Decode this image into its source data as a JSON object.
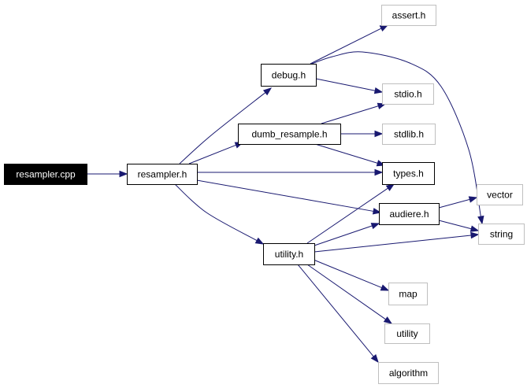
{
  "graph": {
    "nodes": [
      {
        "id": "resampler_cpp",
        "label": "resampler.cpp",
        "kind": "root"
      },
      {
        "id": "resampler_h",
        "label": "resampler.h",
        "kind": "documented"
      },
      {
        "id": "debug_h",
        "label": "debug.h",
        "kind": "documented"
      },
      {
        "id": "dumb_resample_h",
        "label": "dumb_resample.h",
        "kind": "documented"
      },
      {
        "id": "types_h",
        "label": "types.h",
        "kind": "documented"
      },
      {
        "id": "audiere_h",
        "label": "audiere.h",
        "kind": "documented"
      },
      {
        "id": "utility_h",
        "label": "utility.h",
        "kind": "documented"
      },
      {
        "id": "assert_h",
        "label": "assert.h",
        "kind": "external"
      },
      {
        "id": "stdio_h",
        "label": "stdio.h",
        "kind": "external"
      },
      {
        "id": "stdlib_h",
        "label": "stdlib.h",
        "kind": "external"
      },
      {
        "id": "vector",
        "label": "vector",
        "kind": "external"
      },
      {
        "id": "string",
        "label": "string",
        "kind": "external"
      },
      {
        "id": "map",
        "label": "map",
        "kind": "external"
      },
      {
        "id": "utility",
        "label": "utility",
        "kind": "external"
      },
      {
        "id": "algorithm",
        "label": "algorithm",
        "kind": "external"
      }
    ],
    "edges": [
      {
        "from": "resampler_cpp",
        "to": "resampler_h"
      },
      {
        "from": "resampler_h",
        "to": "debug_h"
      },
      {
        "from": "resampler_h",
        "to": "dumb_resample_h"
      },
      {
        "from": "resampler_h",
        "to": "types_h"
      },
      {
        "from": "resampler_h",
        "to": "audiere_h"
      },
      {
        "from": "resampler_h",
        "to": "utility_h"
      },
      {
        "from": "debug_h",
        "to": "assert_h"
      },
      {
        "from": "debug_h",
        "to": "stdio_h"
      },
      {
        "from": "debug_h",
        "to": "string"
      },
      {
        "from": "dumb_resample_h",
        "to": "stdio_h"
      },
      {
        "from": "dumb_resample_h",
        "to": "stdlib_h"
      },
      {
        "from": "dumb_resample_h",
        "to": "types_h"
      },
      {
        "from": "audiere_h",
        "to": "vector"
      },
      {
        "from": "audiere_h",
        "to": "string"
      },
      {
        "from": "utility_h",
        "to": "types_h"
      },
      {
        "from": "utility_h",
        "to": "audiere_h"
      },
      {
        "from": "utility_h",
        "to": "string"
      },
      {
        "from": "utility_h",
        "to": "map"
      },
      {
        "from": "utility_h",
        "to": "utility"
      },
      {
        "from": "utility_h",
        "to": "algorithm"
      }
    ]
  },
  "colors": {
    "edge": "#191970",
    "root_fill": "#000000",
    "root_text": "#ffffff",
    "documented_border": "#000000",
    "external_border": "#bfbfbf"
  }
}
